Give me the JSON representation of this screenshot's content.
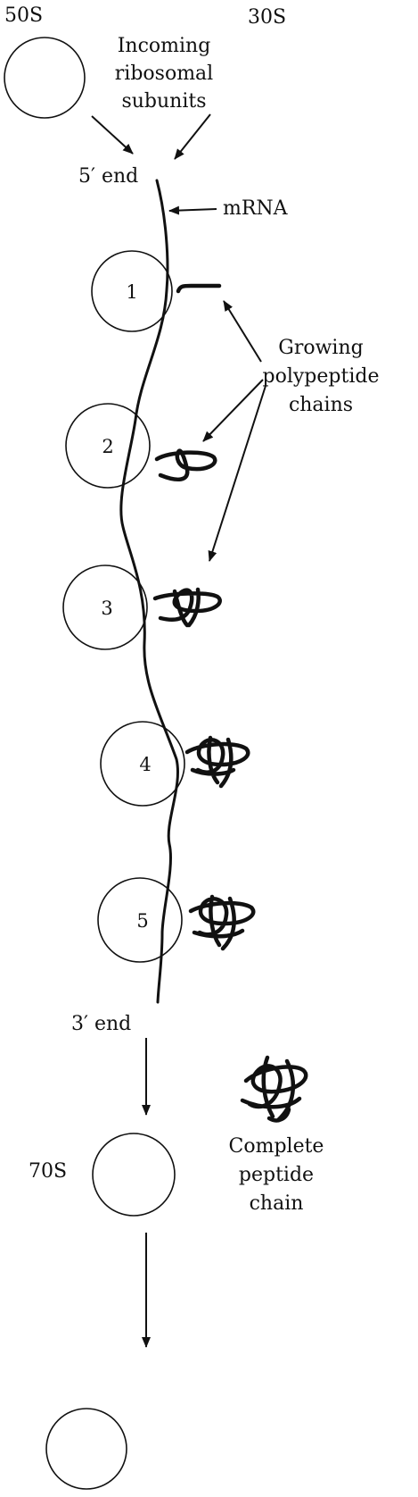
{
  "labels": {
    "subunit_large": "50S",
    "subunit_small": "30S",
    "incoming": [
      "Incoming",
      "ribosomal",
      "subunits"
    ],
    "five_prime": "5′ end",
    "mrna": "mRNA",
    "growing": [
      "Growing",
      "polypeptide",
      "chains"
    ],
    "three_prime": "3′ end",
    "seventy_s": "70S",
    "complete": [
      "Complete",
      "peptide",
      "chain"
    ]
  },
  "ribosomes": [
    {
      "number": "1"
    },
    {
      "number": "2"
    },
    {
      "number": "3"
    },
    {
      "number": "4"
    },
    {
      "number": "5"
    }
  ],
  "colors": {
    "ink": "#111111",
    "background": "#ffffff"
  }
}
